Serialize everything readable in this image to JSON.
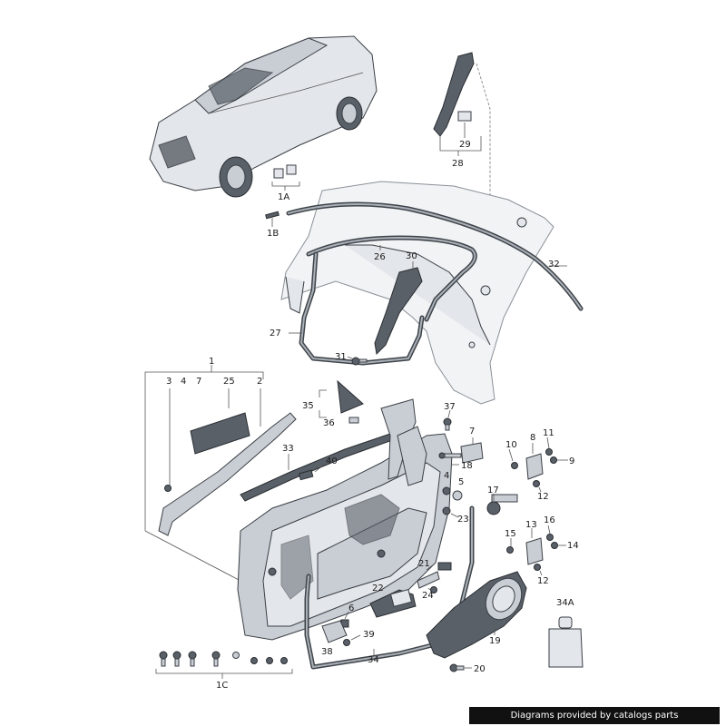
{
  "labels": {
    "l1": "1",
    "l1a": "1A",
    "l1b": "1B",
    "l1c": "1C",
    "l2": "2",
    "l3": "3",
    "l4": "4",
    "l4b": "4",
    "l5": "5",
    "l6": "6",
    "l7": "7",
    "l7b": "7",
    "l8": "8",
    "l9": "9",
    "l10": "10",
    "l11": "11",
    "l12": "12",
    "l12b": "12",
    "l13": "13",
    "l14": "14",
    "l15": "15",
    "l16": "16",
    "l17": "17",
    "l18": "18",
    "l19": "19",
    "l20": "20",
    "l21": "21",
    "l22": "22",
    "l23": "23",
    "l24": "24",
    "l25": "25",
    "l26": "26",
    "l27": "27",
    "l28": "28",
    "l29": "29",
    "l30": "30",
    "l31": "31",
    "l32": "32",
    "l33": "33",
    "l34": "34",
    "l34a": "34A",
    "l35": "35",
    "l36": "36",
    "l37": "37",
    "l38": "38",
    "l39": "39",
    "l40": "40"
  },
  "footer": {
    "credit": "Diagrams provided by catalogs parts"
  }
}
